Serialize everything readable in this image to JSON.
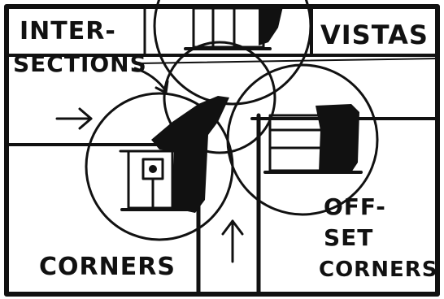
{
  "labels": {
    "intersections_line1": "INTER-",
    "intersections_line2": "SECTIONS",
    "vistas": "VISTAS",
    "corners": "CORNERS",
    "offset_line1": "OFF-",
    "offset_line2": "SET",
    "offset_line3": "CORNERS"
  },
  "colors": {
    "ink": "#111111",
    "paper": "#ffffff"
  },
  "icons": {
    "arrow_left": "arrow-right-icon",
    "arrow_bottom": "arrow-up-icon",
    "arrow_intersection": "arrow-down-right-icon"
  }
}
